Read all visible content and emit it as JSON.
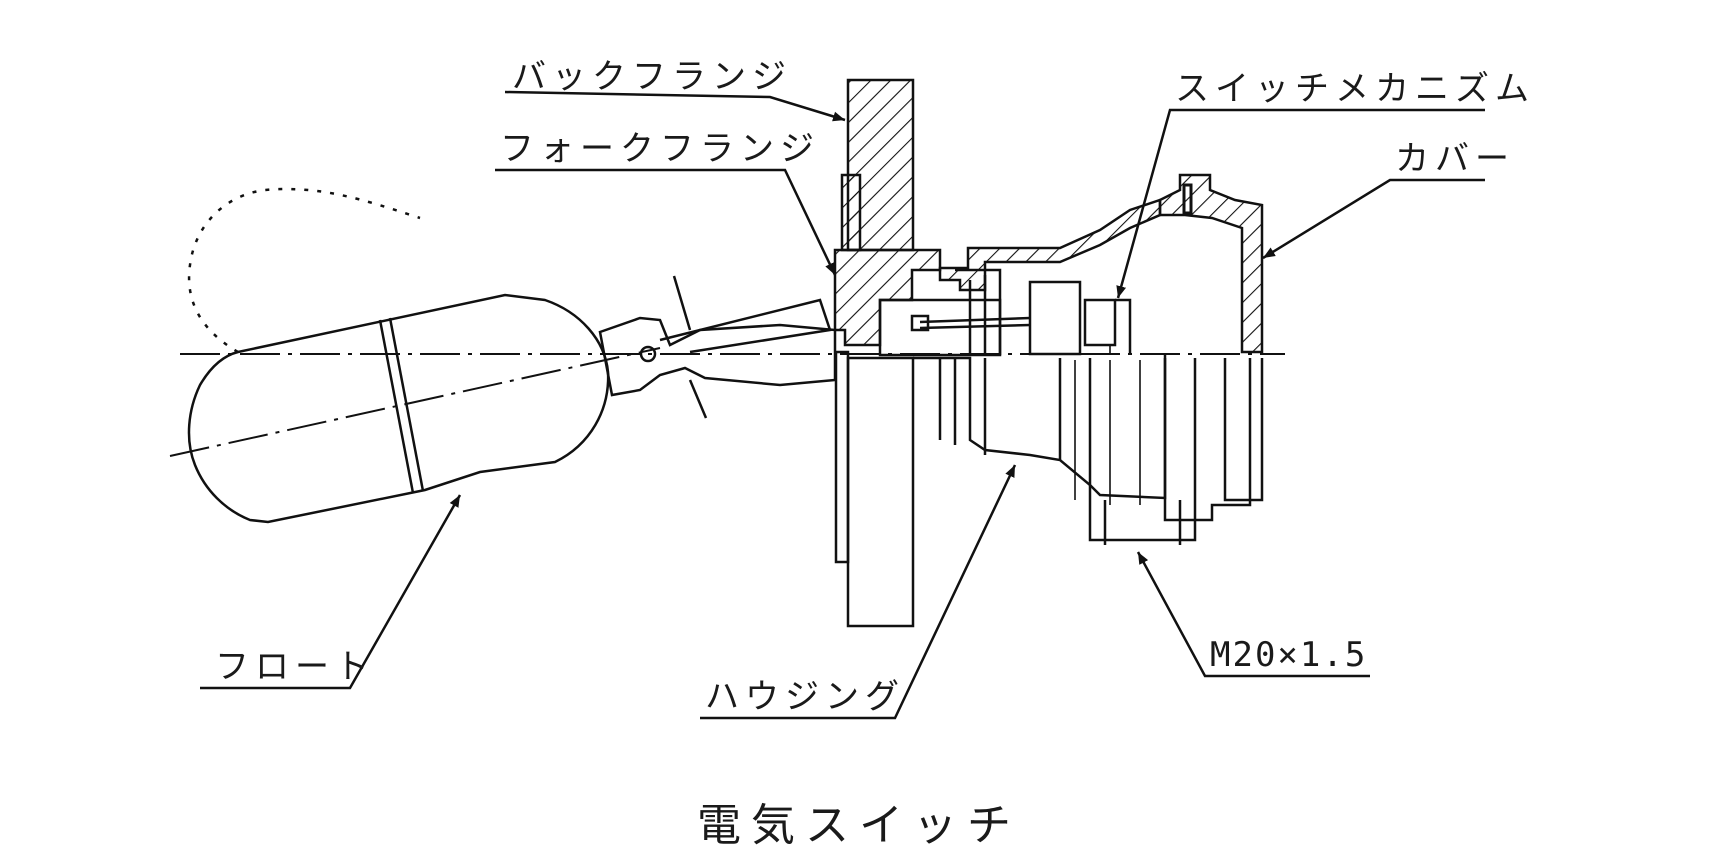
{
  "labels": {
    "back_flange": "バックフランジ",
    "fork_flange": "フォークフランジ",
    "switch_mechanism": "スイッチメカニズム",
    "cover": "カバー",
    "float": "フロート",
    "housing": "ハウジング",
    "thread": "M20×1.5"
  },
  "caption": "電気スイッチ"
}
